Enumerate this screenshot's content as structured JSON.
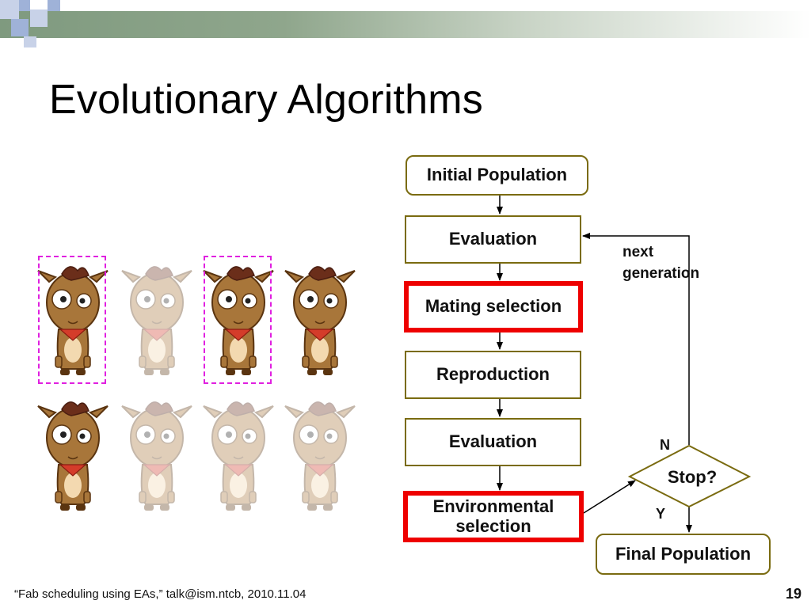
{
  "slide": {
    "title": "Evolutionary Algorithms",
    "footer": "“Fab scheduling using EAs,” talk@ism.ntcb, 2010.11.04",
    "page_number": "19"
  },
  "flowchart": {
    "initial_population": "Initial Population",
    "evaluation_1": "Evaluation",
    "mating_selection": "Mating selection",
    "reproduction": "Reproduction",
    "evaluation_2": "Evaluation",
    "environmental_selection_line1": "Environmental",
    "environmental_selection_line2": "selection",
    "stop": "Stop?",
    "final_population": "Final Population",
    "label_next": "next",
    "label_generation": "generation",
    "label_n": "N",
    "label_y": "Y"
  },
  "population": {
    "top_row_faded": [
      false,
      true,
      false,
      false
    ],
    "top_row_selected": [
      true,
      false,
      true,
      false
    ],
    "bottom_row_faded": [
      false,
      true,
      true,
      true
    ]
  },
  "colors": {
    "highlight_red": "#ee0000",
    "box_border": "#7a6b10",
    "selection_dash": "#e020e0"
  }
}
